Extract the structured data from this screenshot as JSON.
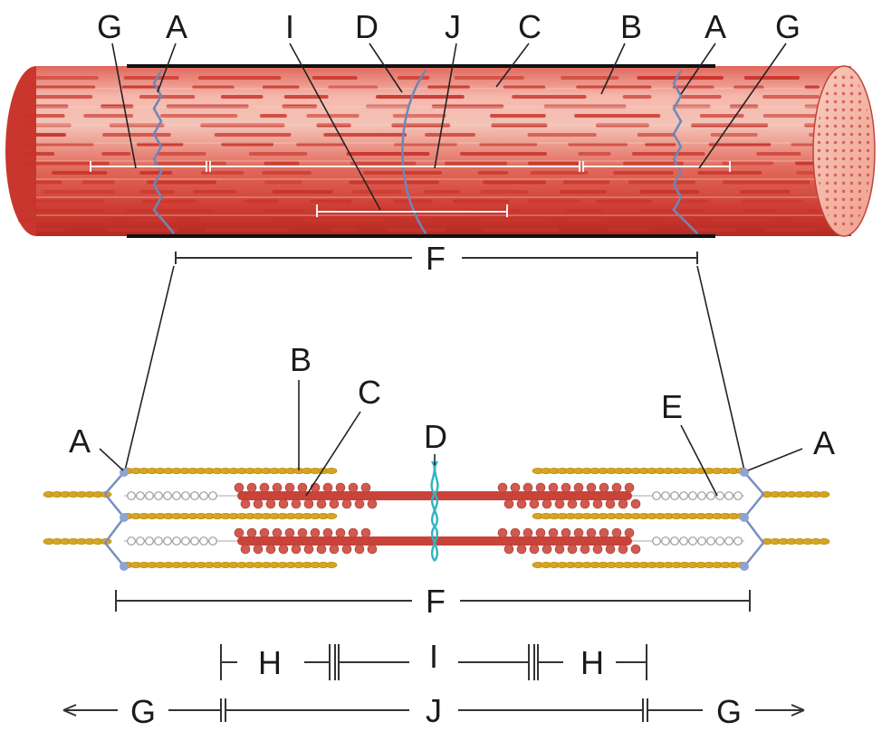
{
  "diagram": {
    "top_labels": [
      "G",
      "A",
      "I",
      "D",
      "J",
      "C",
      "B",
      "A",
      "G"
    ],
    "top_span_label": "F",
    "bottom_labels": {
      "b": "B",
      "c": "C",
      "d": "D",
      "e": "E",
      "a_left": "A",
      "a_right": "A",
      "f": "F",
      "h_left": "H",
      "i": "I",
      "h_right": "H",
      "g_left": "G",
      "j": "J",
      "g_right": "G"
    },
    "colors": {
      "muscle_red": "#c8342b",
      "muscle_light": "#f0a89a",
      "z_disc_blue": "#6f86b8",
      "actin_gold": "#d6a520",
      "myosin_red": "#c9433a",
      "titin_gray": "#9a9a9a",
      "m_line_cyan": "#2fb3c3"
    }
  }
}
